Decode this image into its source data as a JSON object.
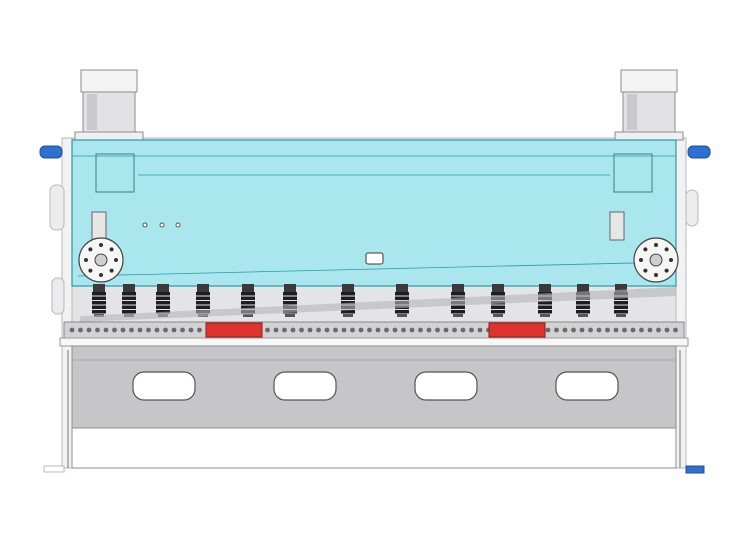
{
  "drawing": {
    "subject": "",
    "colors": {
      "ram_fill": "#9fe6ee",
      "ram_stroke": "#2a9aa6",
      "frame": "#e4e4e6",
      "frame_dark": "#b9b9bd",
      "hold_down": "#1e1e20",
      "blade_strip": "#d2d2d4",
      "warning_pad": "#e0332e",
      "coupling": "#2f6fd0",
      "slot": "#ffffff"
    },
    "components": {
      "hydraulic_cylinders": 2,
      "hold_down_cylinders": 13,
      "oblong_slots": 4,
      "red_guards": 2,
      "side_flanges": 2
    }
  }
}
